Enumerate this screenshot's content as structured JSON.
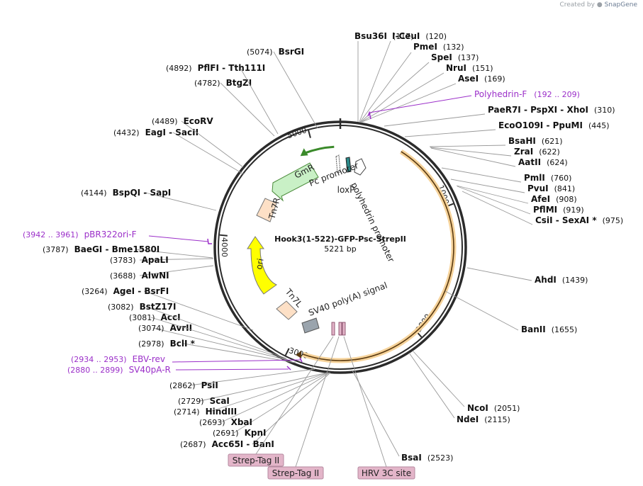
{
  "credit": {
    "prefix": "Created by",
    "brand": "SnapGene"
  },
  "plasmid": {
    "name": "Hook3(1-522)-GFP-Psc-StrepII",
    "size": "5221 bp"
  },
  "colors": {
    "backbone": "#2b2b2b",
    "primer": "#9b2fc9",
    "orange_feature": "#f0a830",
    "gmr_fill": "#c9f0c6",
    "gmr_stroke": "#3a8a2a",
    "ori_fill": "#ffff00",
    "tn7_fill": "#fde0c6",
    "sv40_fill": "#9aa4ad",
    "tag_fill": "#e3b5c9"
  },
  "ticks": [
    {
      "pos": 1000,
      "label": "1000"
    },
    {
      "pos": 2000,
      "label": "2000"
    },
    {
      "pos": 3000,
      "label": "3000"
    },
    {
      "pos": 4000,
      "label": "4000"
    },
    {
      "pos": 5000,
      "label": "5000"
    }
  ],
  "feature_labels": [
    {
      "key": "polyhedrin_promoter",
      "text": "polyhedrin promoter"
    },
    {
      "key": "loxp",
      "text": "loxP"
    },
    {
      "key": "pc_promoter",
      "text": "Pc promoter"
    },
    {
      "key": "gmr",
      "text": "GmR"
    },
    {
      "key": "tn7r",
      "text": "Tn7R"
    },
    {
      "key": "ori",
      "text": "ori"
    },
    {
      "key": "tn7l",
      "text": "Tn7L"
    },
    {
      "key": "sv40",
      "text": "SV40 poly(A) signal"
    }
  ],
  "enzymes": [
    {
      "name": "Bsu36I",
      "pos": "(117)"
    },
    {
      "name": "I-CeuI",
      "pos": "(120)"
    },
    {
      "name": "PmeI",
      "pos": "(132)"
    },
    {
      "name": "SpeI",
      "pos": "(137)"
    },
    {
      "name": "NruI",
      "pos": "(151)"
    },
    {
      "name": "AseI",
      "pos": "(169)"
    },
    {
      "name": "PaeR7I",
      "name2": "PspXI",
      "name3": "XhoI",
      "pos": "(310)"
    },
    {
      "name": "EcoO109I",
      "name2": "PpuMI",
      "pos": "(445)"
    },
    {
      "name": "BsaHI",
      "pos": "(621)"
    },
    {
      "name": "ZraI",
      "pos": "(622)"
    },
    {
      "name": "AatII",
      "pos": "(624)"
    },
    {
      "name": "PmlI",
      "pos": "(760)"
    },
    {
      "name": "PvuI",
      "pos": "(841)"
    },
    {
      "name": "AfeI",
      "pos": "(908)"
    },
    {
      "name": "PflMI",
      "pos": "(919)"
    },
    {
      "name": "CsiI",
      "name2": "SexAI *",
      "pos": "(975)"
    },
    {
      "name": "AhdI",
      "pos": "(1439)"
    },
    {
      "name": "BanII",
      "pos": "(1655)"
    },
    {
      "name": "NcoI",
      "pos": "(2051)"
    },
    {
      "name": "NdeI",
      "pos": "(2115)"
    },
    {
      "name": "BsaI",
      "pos": "(2523)"
    },
    {
      "name": "Acc65I",
      "name2": "BanI",
      "pos": "(2687)"
    },
    {
      "name": "KpnI",
      "pos": "(2691)"
    },
    {
      "name": "XbaI",
      "pos": "(2693)"
    },
    {
      "name": "HindIII",
      "pos": "(2714)"
    },
    {
      "name": "ScaI",
      "pos": "(2729)"
    },
    {
      "name": "PsiI",
      "pos": "(2862)"
    },
    {
      "name": "BclI *",
      "pos": "(2978)"
    },
    {
      "name": "AvrII",
      "pos": "(3074)"
    },
    {
      "name": "AccI",
      "pos": "(3081)"
    },
    {
      "name": "BstZ17I",
      "pos": "(3082)"
    },
    {
      "name": "AgeI",
      "name2": "BsrFI",
      "pos": "(3264)"
    },
    {
      "name": "AlwNI",
      "pos": "(3688)"
    },
    {
      "name": "ApaLI",
      "pos": "(3783)"
    },
    {
      "name": "BaeGI",
      "name2": "Bme1580I",
      "pos": "(3787)"
    },
    {
      "name": "BspQI",
      "name2": "SapI",
      "pos": "(4144)"
    },
    {
      "name": "EagI",
      "name2": "SacII",
      "pos": "(4432)"
    },
    {
      "name": "EcoRV",
      "pos": "(4489)"
    },
    {
      "name": "BtgZI",
      "pos": "(4782)"
    },
    {
      "name": "PflFI",
      "name2": "Tth111I",
      "pos": "(4892)"
    },
    {
      "name": "BsrGI",
      "pos": "(5074)"
    }
  ],
  "primers": [
    {
      "name": "Polyhedrin-F",
      "range": "(192 .. 209)"
    },
    {
      "name": "pBR322ori-F",
      "range": "(3942 .. 3961)"
    },
    {
      "name": "EBV-rev",
      "range": "(2934 .. 2953)"
    },
    {
      "name": "SV40pA-R",
      "range": "(2880 .. 2899)"
    }
  ],
  "tags": [
    {
      "text": "Strep-Tag II"
    },
    {
      "text": "Strep-Tag II"
    },
    {
      "text": "HRV 3C site"
    }
  ]
}
